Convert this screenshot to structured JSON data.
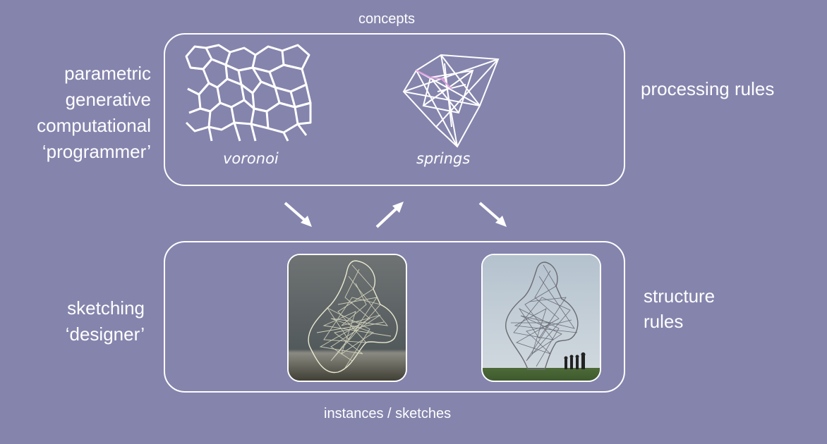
{
  "captions": {
    "top": "concepts",
    "bottom": "instances / sketches"
  },
  "left_labels": {
    "top_lines": [
      "parametric",
      "generative",
      "computational",
      "‘programmer’"
    ],
    "bottom_lines": [
      "sketching",
      "‘designer’"
    ]
  },
  "right_labels": {
    "top": "processing rules",
    "bottom_lines": [
      "structure",
      "rules"
    ]
  },
  "concept_images": {
    "voronoi_label": "voronoi",
    "springs_label": "springs"
  },
  "colors": {
    "background": "#8584ad",
    "foreground": "#ffffff",
    "spring_highlight": "#e0a0e0"
  }
}
